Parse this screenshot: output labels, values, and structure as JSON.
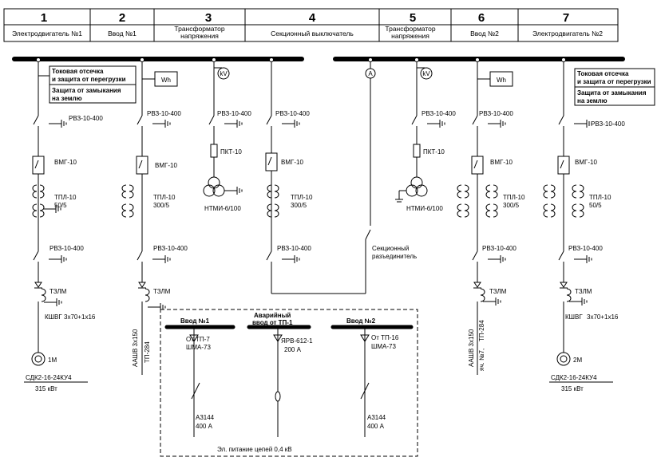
{
  "header": {
    "columns": [
      {
        "num": "1",
        "name": "Электродвигатель №1"
      },
      {
        "num": "2",
        "name": "Ввод №1"
      },
      {
        "num": "3",
        "name": "Трансформатор",
        "name2": "напряжения"
      },
      {
        "num": "4",
        "name": "Секционный выключатель"
      },
      {
        "num": "5",
        "name": "Трансформатор",
        "name2": "напряжения"
      },
      {
        "num": "6",
        "name": "Ввод №2"
      },
      {
        "num": "7",
        "name": "Электродвигатель №2"
      }
    ]
  },
  "protection_left": {
    "line1": "Токовая отсечка",
    "line2": "и защита от перегрузки",
    "line3": "Защита от замыкания",
    "line4": "на землю"
  },
  "protection_right": {
    "line1": "Токовая отсечка",
    "line2": "и защита от перегрузки",
    "line3": "Защита от замыкания",
    "line4": "на землю"
  },
  "meters": {
    "wh": "Wh",
    "kv": "kV",
    "a": "A"
  },
  "labels": {
    "rvz": "РВЗ-10-400",
    "vmg": "ВМГ-10",
    "tpl": "ТПЛ-10",
    "ratio_50": "50/5",
    "ratio_300": "300/5",
    "pkt": "ПКТ-10",
    "ntmi": "НТМИ-6/100",
    "tzlm": "ТЗЛМ",
    "kshvg": "КШВГ",
    "cable_motor": "3х70+1х16",
    "aashv": "ААШВ 3х150",
    "tp284": "ТП-284",
    "tp284_right": "ТП-284",
    "sect_disc1": "Секционный",
    "sect_disc2": "разъединитель",
    "motor1": "1М",
    "motor2": "2М",
    "motor_type": "СДК2-16-24КУ4",
    "motor_power": "315 кВт",
    "right_cable_note": "яч. №7,"
  },
  "lv_panel": {
    "in1": "Ввод №1",
    "emerg1": "Аварийный",
    "emerg2": "ввод от ТП-1",
    "in2": "Ввод №2",
    "from_tp7": "От ТП-7",
    "shma73_1": "ШМА-73",
    "yarv": "ЯРВ-612-1",
    "yarv_current": "200 А",
    "from_tp16": "От ТП-16",
    "shma73_2": "ШМА-73",
    "a3144_1": "А3144",
    "a3144_1_current": "400 А",
    "a3144_2": "А3144",
    "a3144_2_current": "400 А",
    "supply": "Эл. питание цепей 0,4 кВ"
  }
}
